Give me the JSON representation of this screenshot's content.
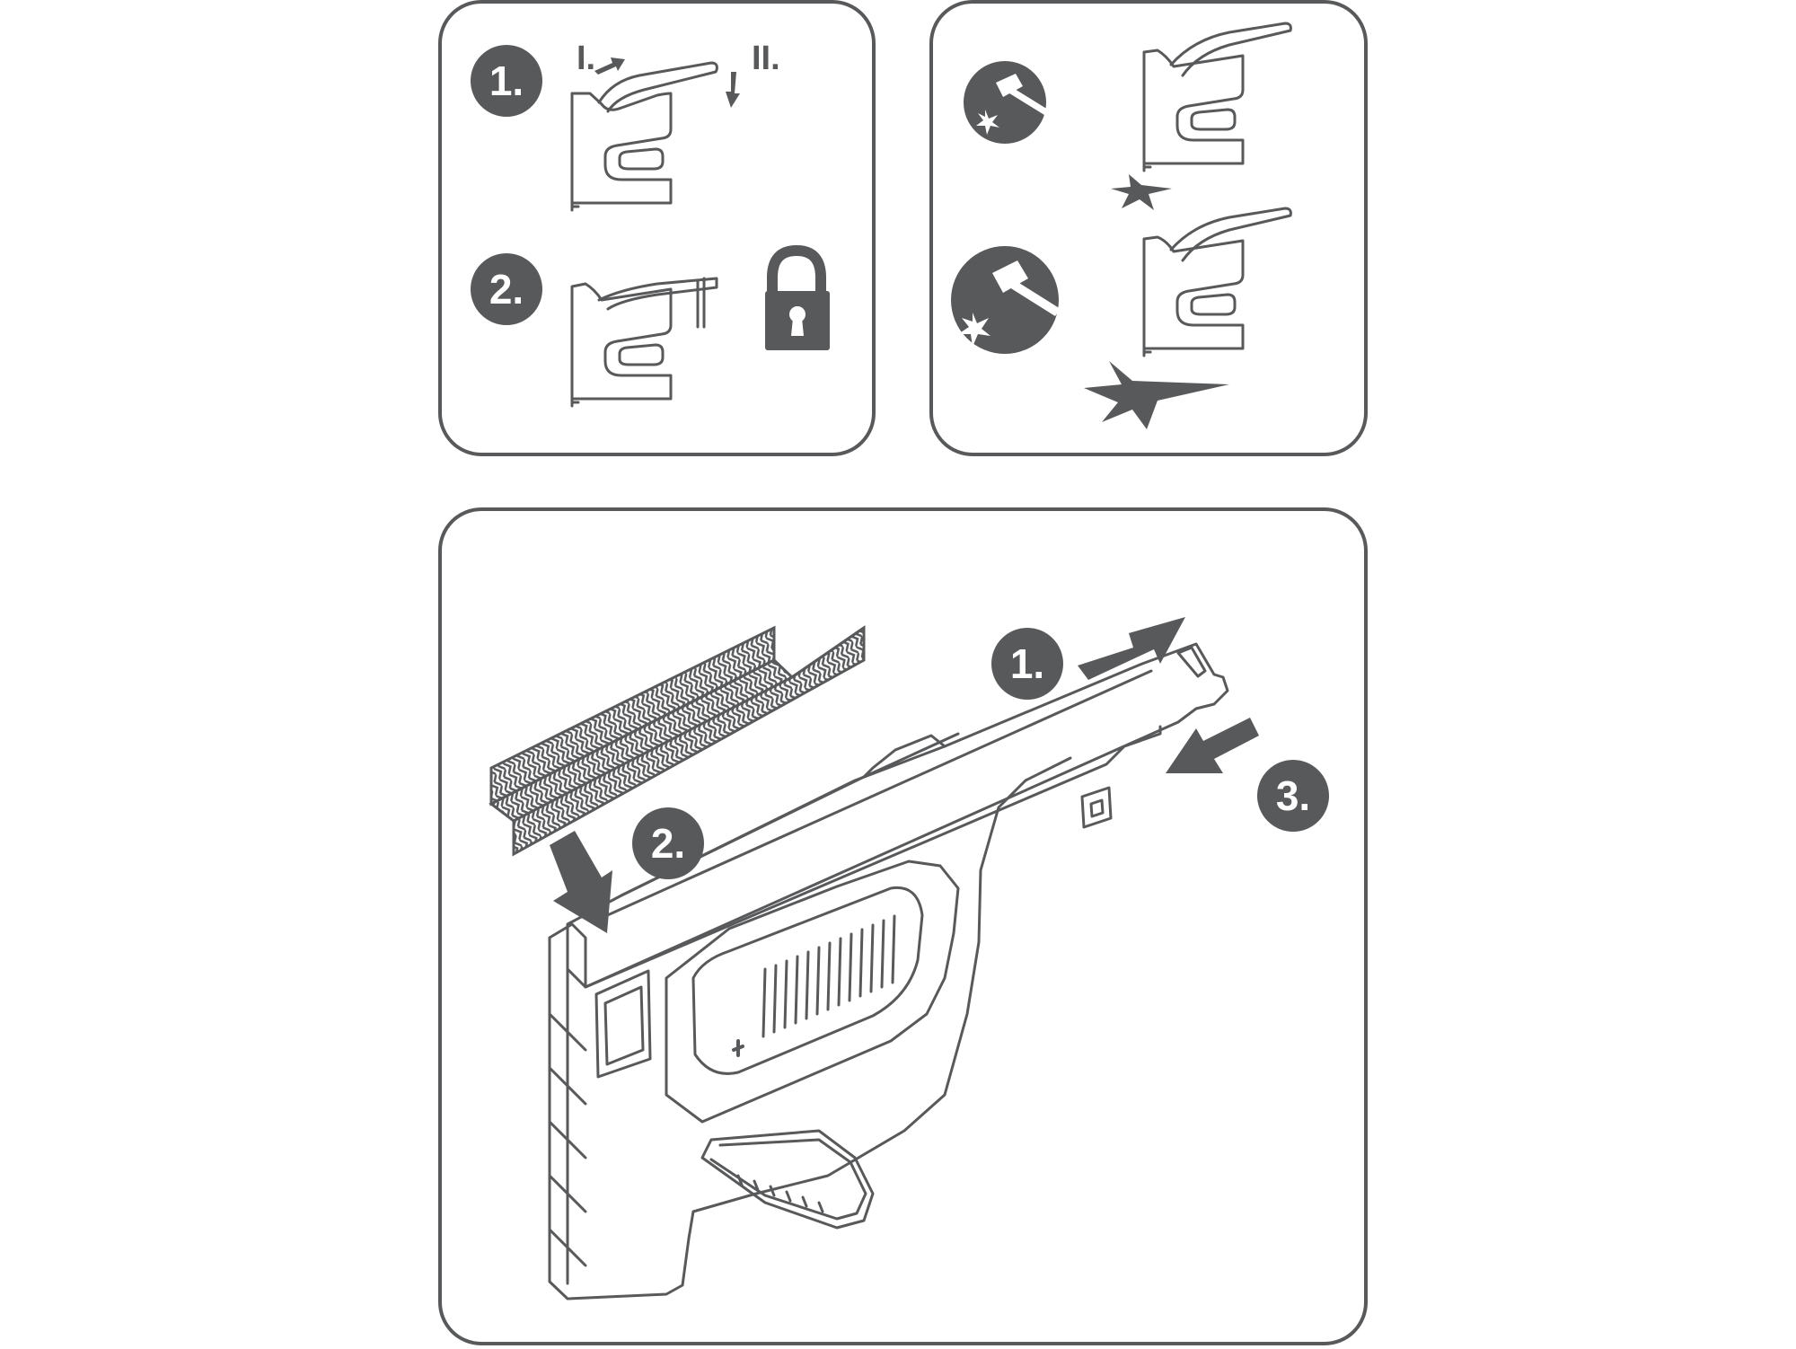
{
  "panel_lock": {
    "step1_label": "1.",
    "step1_sub_i": "I.",
    "step1_sub_ii": "II.",
    "step2_label": "2.",
    "icons": [
      "stapler-open-icon",
      "stapler-locked-icon",
      "padlock-icon"
    ]
  },
  "panel_impact": {
    "icons": [
      "hammer-soft-icon",
      "hammer-hard-icon",
      "small-impact-star-icon",
      "large-impact-star-icon"
    ]
  },
  "panel_loading": {
    "step1_label": "1.",
    "step2_label": "2.",
    "step3_label": "3.",
    "icons": [
      "staple-strip-icon",
      "stapler-body-icon",
      "arrow-right-icon",
      "arrow-down-icon",
      "arrow-left-icon"
    ]
  },
  "colors": {
    "ink": "#58595b",
    "background": "#ffffff"
  }
}
